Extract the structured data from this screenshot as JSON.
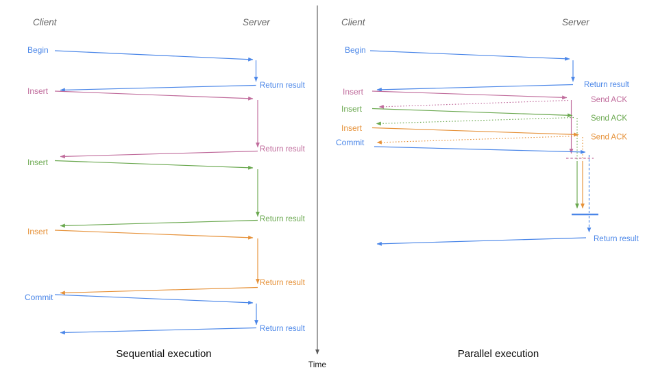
{
  "colors": {
    "blue": "#4a86e8",
    "pink": "#c06c9c",
    "green": "#6aa84f",
    "orange": "#e69138",
    "header_gray": "#666666",
    "axis_gray": "#595959",
    "caption_black": "#0a0a0a"
  },
  "time_axis": {
    "label": "Time"
  },
  "left_panel": {
    "caption": "Sequential execution",
    "client_header": "Client",
    "server_header": "Server",
    "operations": [
      {
        "label": "Begin",
        "response": "Return result"
      },
      {
        "label": "Insert",
        "response": "Return result"
      },
      {
        "label": "Insert",
        "response": "Return result"
      },
      {
        "label": "Insert",
        "response": "Return result"
      },
      {
        "label": "Commit",
        "response": "Return result"
      }
    ]
  },
  "right_panel": {
    "caption": "Parallel execution",
    "client_header": "Client",
    "server_header": "Server",
    "operations": [
      {
        "label": "Begin",
        "response": "Return result"
      },
      {
        "label": "Insert",
        "response": "Send ACK"
      },
      {
        "label": "Insert",
        "response": "Send ACK"
      },
      {
        "label": "Insert",
        "response": "Send ACK"
      },
      {
        "label": "Commit",
        "response": "Return result"
      }
    ],
    "final_response": "Return result"
  }
}
